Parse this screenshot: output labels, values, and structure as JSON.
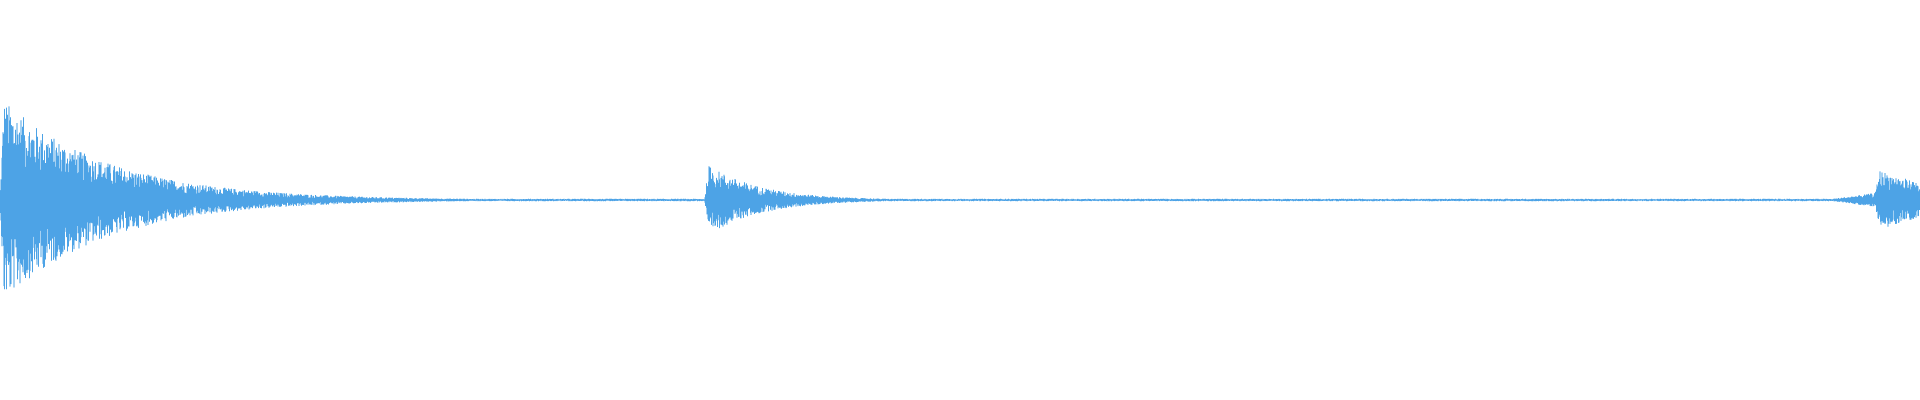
{
  "waveform": {
    "color": "#4da3e6",
    "background": "#ffffff",
    "bursts": [
      {
        "start": 0.0,
        "attack": 0.002,
        "peak": 1.0,
        "decay": 0.055
      },
      {
        "start": 0.012,
        "attack": 0.002,
        "peak": 0.42,
        "decay": 0.03
      },
      {
        "start": 0.122,
        "attack": 0.002,
        "peak": 0.03,
        "decay": 0.006
      },
      {
        "start": 0.367,
        "attack": 0.002,
        "peak": 0.35,
        "decay": 0.028
      },
      {
        "start": 0.95,
        "attack": 0.03,
        "peak": 0.08,
        "decay": 0.01
      },
      {
        "start": 0.976,
        "attack": 0.003,
        "peak": 0.3,
        "decay": 0.04
      }
    ],
    "noise_floor": 0.012
  }
}
